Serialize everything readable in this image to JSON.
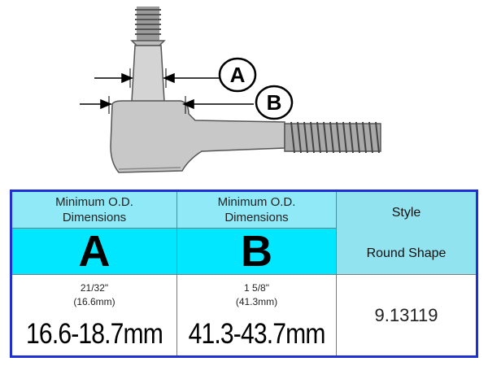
{
  "diagram": {
    "callout_a": "A",
    "callout_b": "B"
  },
  "table": {
    "col_a": {
      "header": [
        "Minimum O.D.",
        "Dimensions"
      ],
      "letter": "A",
      "value_in": "21/32\"",
      "value_mm_small": "(16.6mm)",
      "value_range": "16.6-18.7mm"
    },
    "col_b": {
      "header": [
        "Minimum O.D.",
        "Dimensions"
      ],
      "letter": "B",
      "value_in": "1 5/8\"",
      "value_mm_small": "(41.3mm)",
      "value_range": "41.3-43.7mm"
    },
    "col_style": {
      "header": "Style",
      "subheader": "Round Shape",
      "value": "9.13119"
    }
  },
  "colors": {
    "table_border": "#1f2fd6",
    "header_light": "#8fe9f7",
    "header_bright": "#00e7ff"
  }
}
